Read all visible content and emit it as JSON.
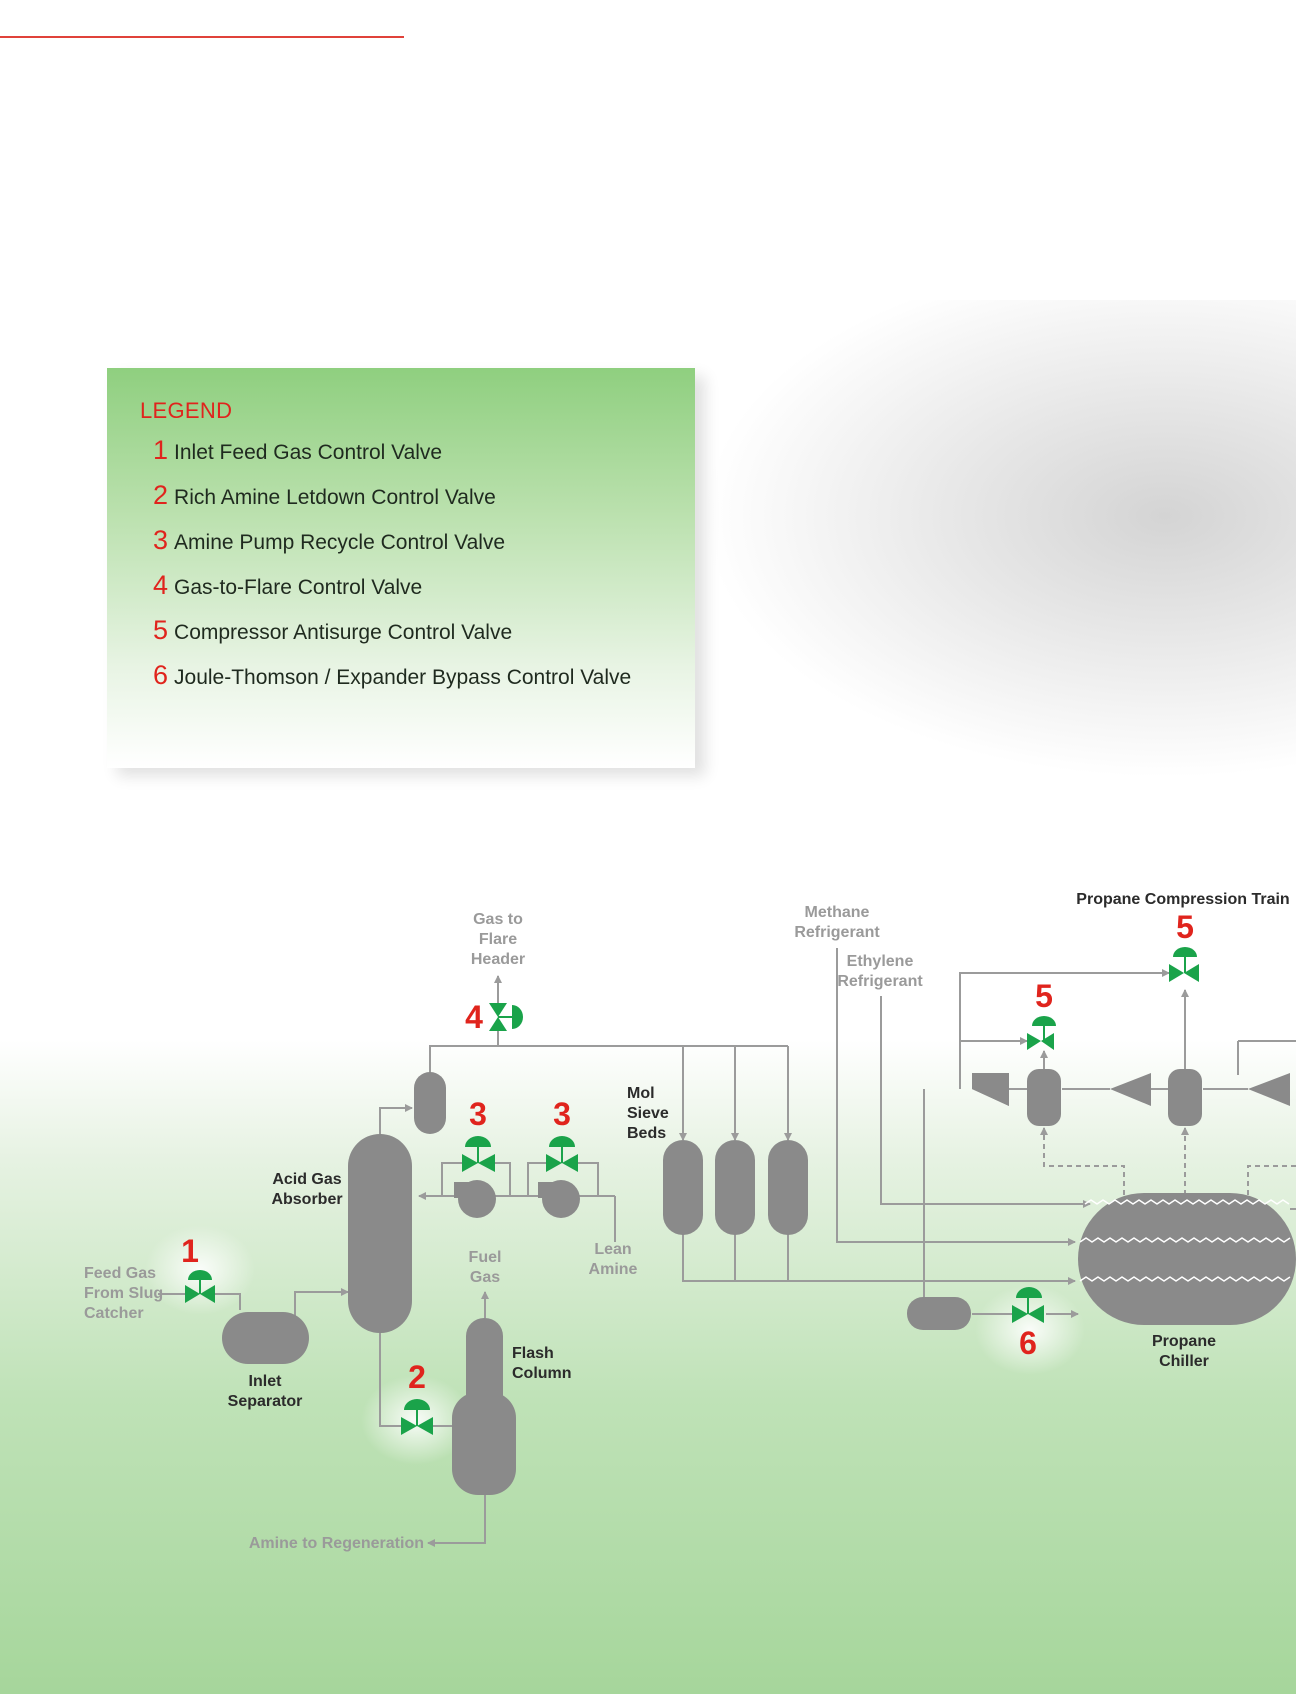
{
  "legend": {
    "title": "LEGEND",
    "items": [
      {
        "num": "1",
        "label": "Inlet Feed Gas Control Valve"
      },
      {
        "num": "2",
        "label": "Rich Amine Letdown Control Valve"
      },
      {
        "num": "3",
        "label": "Amine Pump Recycle Control Valve"
      },
      {
        "num": "4",
        "label": "Gas-to-Flare Control Valve"
      },
      {
        "num": "5",
        "label": "Compressor Antisurge Control Valve"
      },
      {
        "num": "6",
        "label": "Joule-Thomson / Expander Bypass Control Valve"
      }
    ]
  },
  "diagram": {
    "labels": {
      "feed_gas": [
        "Feed Gas",
        "From Slug",
        "Catcher"
      ],
      "inlet_separator": [
        "Inlet",
        "Separator"
      ],
      "acid_gas_absorber": [
        "Acid Gas",
        "Absorber"
      ],
      "gas_to_flare": [
        "Gas to",
        "Flare",
        "Header"
      ],
      "fuel_gas": [
        "Fuel",
        "Gas"
      ],
      "flash_column": [
        "Flash",
        "Column"
      ],
      "lean_amine": [
        "Lean",
        "Amine"
      ],
      "amine_to_regeneration": "Amine to Regeneration",
      "mol_sieve_beds": [
        "Mol",
        "Sieve",
        "Beds"
      ],
      "methane_refrigerant": [
        "Methane",
        "Refrigerant"
      ],
      "ethylene_refrigerant": [
        "Ethylene",
        "Refrigerant"
      ],
      "propane_compression_train": "Propane Compression Train",
      "propane_chiller": [
        "Propane",
        "Chiller"
      ]
    },
    "valve_numbers": {
      "v1": "1",
      "v2": "2",
      "v3a": "3",
      "v3b": "3",
      "v4": "4",
      "v5a": "5",
      "v5b": "5",
      "v6": "6"
    }
  },
  "colors": {
    "equipment": "#8a8a8a",
    "valve": "#1aa34a",
    "number": "#e0241d",
    "line": "#9b9b9b"
  }
}
